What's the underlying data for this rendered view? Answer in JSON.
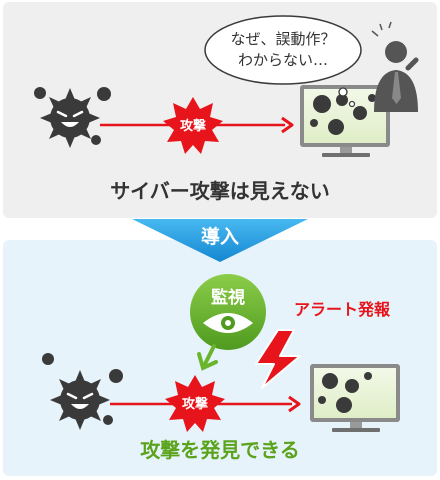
{
  "top": {
    "thought_bubble_line1": "なぜ、誤動作？",
    "thought_bubble_line2": "わからない…",
    "attack_label": "攻撃",
    "caption": "サイバー攻撃は見えない"
  },
  "transition": {
    "label": "導入"
  },
  "bottom": {
    "monitor_label": "監視",
    "alert_label": "アラート発報",
    "attack_label": "攻撃",
    "caption": "攻撃を発見できる"
  },
  "colors": {
    "top_panel_bg": "#efefef",
    "bottom_panel_bg": "#e6f3fb",
    "arrow_red": "#e8141b",
    "transition_blue": "#1d9ce0",
    "monitor_green": "#6ab42e",
    "caption_green": "#5aa31b",
    "virus_dark": "#3a3a3a",
    "monitor_screen": "#eaf3d9"
  }
}
